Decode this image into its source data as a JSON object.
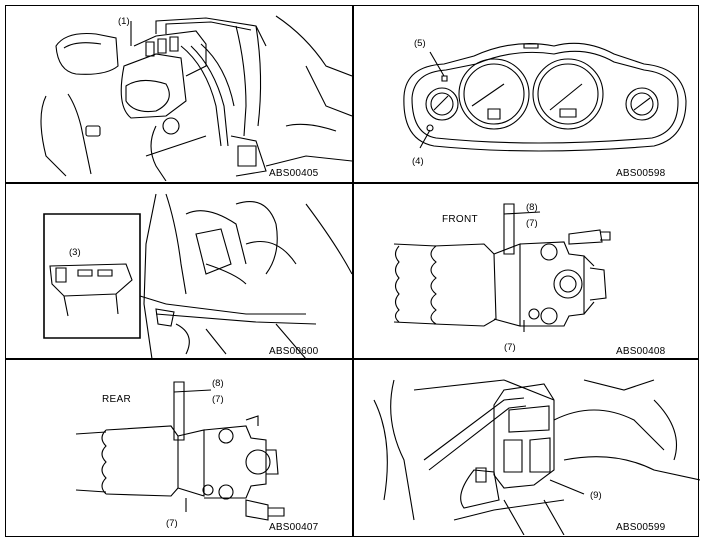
{
  "panels": [
    {
      "code": "ABS00405",
      "labels": [
        "(1)"
      ]
    },
    {
      "code": "ABS00598",
      "labels": [
        "(5)",
        "(4)"
      ]
    },
    {
      "code": "ABS00600",
      "labels": [
        "(3)"
      ]
    },
    {
      "code": "ABS00408",
      "title": "FRONT",
      "labels": [
        "(8)",
        "(7)",
        "(7)"
      ]
    },
    {
      "code": "ABS00407",
      "title": "REAR",
      "labels": [
        "(8)",
        "(7)",
        "(7)"
      ]
    },
    {
      "code": "ABS00599",
      "labels": [
        "(9)"
      ]
    }
  ]
}
